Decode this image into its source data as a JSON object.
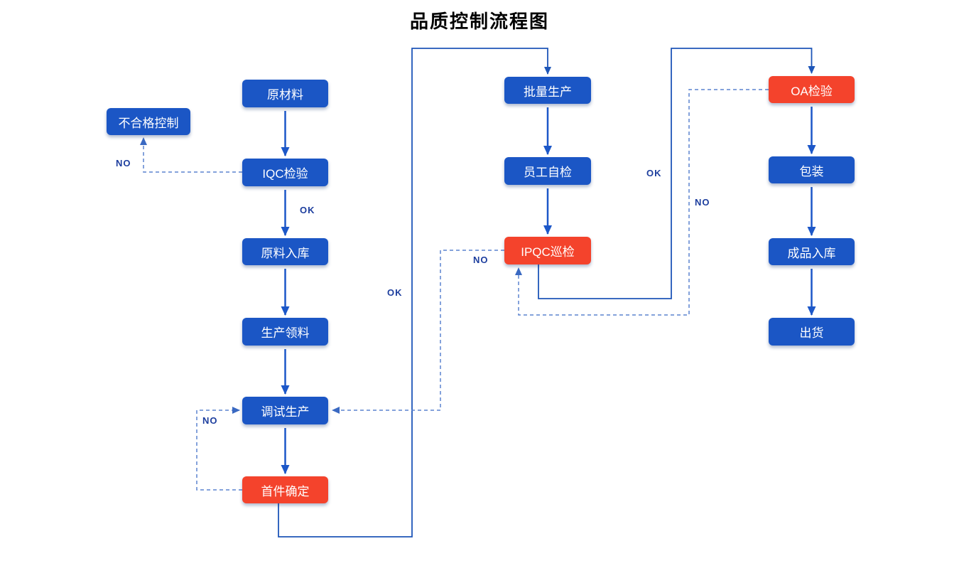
{
  "title": "品质控制流程图",
  "colors": {
    "node_blue": "#1B56C5",
    "node_red": "#F4432C",
    "arrow_solid": "#1C57C8",
    "connector_solid": "#1E56B8",
    "connector_dashed": "#5B83CF",
    "edge_label_text": "#1D3E9E"
  },
  "nodes": [
    {
      "id": "raw-material",
      "label": "原材料",
      "type": "blue"
    },
    {
      "id": "nonconforming-control",
      "label": "不合格控制",
      "type": "blue"
    },
    {
      "id": "iqc-inspection",
      "label": "IQC检验",
      "type": "blue"
    },
    {
      "id": "raw-material-storage",
      "label": "原料入库",
      "type": "blue"
    },
    {
      "id": "production-picking",
      "label": "生产领料",
      "type": "blue"
    },
    {
      "id": "trial-production",
      "label": "调试生产",
      "type": "blue"
    },
    {
      "id": "first-article-confirmation",
      "label": "首件确定",
      "type": "red"
    },
    {
      "id": "mass-production",
      "label": "批量生产",
      "type": "blue"
    },
    {
      "id": "employee-self-check",
      "label": "员工自检",
      "type": "blue"
    },
    {
      "id": "ipqc-patrol-inspection",
      "label": "IPQC巡检",
      "type": "red"
    },
    {
      "id": "oa-inspection",
      "label": "OA检验",
      "type": "red"
    },
    {
      "id": "packaging",
      "label": "包装",
      "type": "blue"
    },
    {
      "id": "finished-goods-storage",
      "label": "成品入库",
      "type": "blue"
    },
    {
      "id": "shipment",
      "label": "出货",
      "type": "blue"
    }
  ],
  "edge_labels": [
    {
      "id": "no-iqc",
      "text": "NO"
    },
    {
      "id": "ok-iqc",
      "text": "OK"
    },
    {
      "id": "ok-first-article",
      "text": "OK"
    },
    {
      "id": "no-ipqc",
      "text": "NO"
    },
    {
      "id": "ok-ipqc",
      "text": "OK"
    },
    {
      "id": "no-oa",
      "text": "NO"
    },
    {
      "id": "no-first-article",
      "text": "NO"
    }
  ],
  "edges": [
    {
      "from": "raw-material",
      "to": "iqc-inspection",
      "label": ""
    },
    {
      "from": "iqc-inspection",
      "to": "nonconforming-control",
      "label": "NO",
      "style": "dashed"
    },
    {
      "from": "iqc-inspection",
      "to": "raw-material-storage",
      "label": "OK"
    },
    {
      "from": "raw-material-storage",
      "to": "production-picking",
      "label": ""
    },
    {
      "from": "production-picking",
      "to": "trial-production",
      "label": ""
    },
    {
      "from": "trial-production",
      "to": "first-article-confirmation",
      "label": ""
    },
    {
      "from": "first-article-confirmation",
      "to": "trial-production",
      "label": "NO",
      "style": "dashed"
    },
    {
      "from": "first-article-confirmation",
      "to": "mass-production",
      "label": "OK"
    },
    {
      "from": "mass-production",
      "to": "employee-self-check",
      "label": ""
    },
    {
      "from": "employee-self-check",
      "to": "ipqc-patrol-inspection",
      "label": ""
    },
    {
      "from": "ipqc-patrol-inspection",
      "to": "trial-production",
      "label": "NO",
      "style": "dashed"
    },
    {
      "from": "ipqc-patrol-inspection",
      "to": "oa-inspection",
      "label": "OK"
    },
    {
      "from": "oa-inspection",
      "to": "ipqc-patrol-inspection",
      "label": "NO",
      "style": "dashed"
    },
    {
      "from": "oa-inspection",
      "to": "packaging",
      "label": ""
    },
    {
      "from": "packaging",
      "to": "finished-goods-storage",
      "label": ""
    },
    {
      "from": "finished-goods-storage",
      "to": "shipment",
      "label": ""
    }
  ]
}
